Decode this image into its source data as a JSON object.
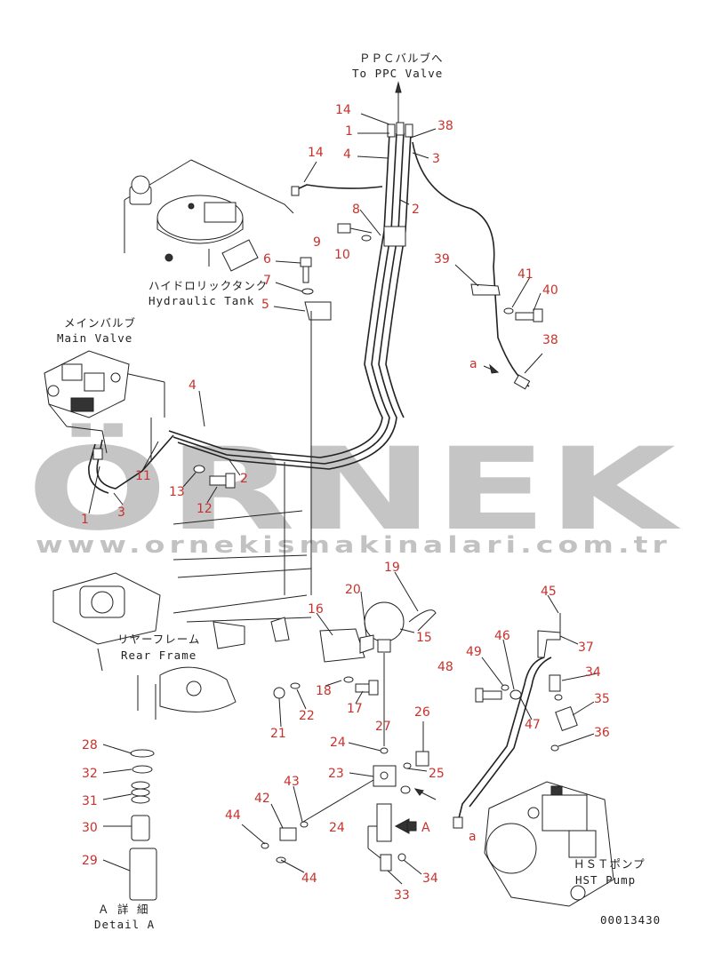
{
  "labels": {
    "ppc_jp": "ＰＰＣバルブへ",
    "ppc_en": "To PPC Valve",
    "tank_jp": "ハイドロリックタンク",
    "tank_en": "Hydraulic Tank",
    "main_jp": "メインバルブ",
    "main_en": "Main Valve",
    "rear_jp": "リヤーフレーム",
    "rear_en": "Rear Frame",
    "hst_jp": "ＨＳＴポンプ",
    "hst_en": "HST Pump",
    "detail_jp": "Ａ 詳 細",
    "detail_en": "Detail A",
    "arrow_a1": "a",
    "arrow_a2": "a",
    "arrow_A": "A",
    "drawing_no": "00013430"
  },
  "watermark": {
    "brand": "ÖRNEK",
    "url": "www.ornekismakinalari.com.tr"
  },
  "callouts": [
    {
      "n": "14"
    },
    {
      "n": "1"
    },
    {
      "n": "4"
    },
    {
      "n": "38"
    },
    {
      "n": "3"
    },
    {
      "n": "14"
    },
    {
      "n": "2"
    },
    {
      "n": "8"
    },
    {
      "n": "9"
    },
    {
      "n": "10"
    },
    {
      "n": "6"
    },
    {
      "n": "7"
    },
    {
      "n": "5"
    },
    {
      "n": "39"
    },
    {
      "n": "41"
    },
    {
      "n": "40"
    },
    {
      "n": "38"
    },
    {
      "n": "4"
    },
    {
      "n": "11"
    },
    {
      "n": "2"
    },
    {
      "n": "13"
    },
    {
      "n": "12"
    },
    {
      "n": "1"
    },
    {
      "n": "3"
    },
    {
      "n": "19"
    },
    {
      "n": "20"
    },
    {
      "n": "16"
    },
    {
      "n": "15"
    },
    {
      "n": "45"
    },
    {
      "n": "37"
    },
    {
      "n": "46"
    },
    {
      "n": "49"
    },
    {
      "n": "48"
    },
    {
      "n": "34"
    },
    {
      "n": "35"
    },
    {
      "n": "47"
    },
    {
      "n": "36"
    },
    {
      "n": "18"
    },
    {
      "n": "17"
    },
    {
      "n": "22"
    },
    {
      "n": "21"
    },
    {
      "n": "27"
    },
    {
      "n": "26"
    },
    {
      "n": "24"
    },
    {
      "n": "25"
    },
    {
      "n": "23"
    },
    {
      "n": "43"
    },
    {
      "n": "42"
    },
    {
      "n": "44"
    },
    {
      "n": "44"
    },
    {
      "n": "24"
    },
    {
      "n": "34"
    },
    {
      "n": "33"
    },
    {
      "n": "28"
    },
    {
      "n": "32"
    },
    {
      "n": "31"
    },
    {
      "n": "30"
    },
    {
      "n": "29"
    }
  ]
}
